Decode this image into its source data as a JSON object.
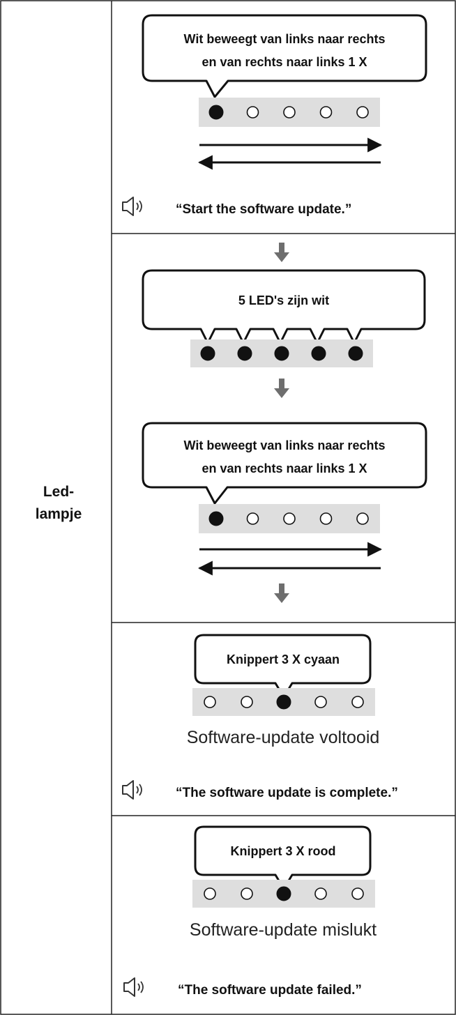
{
  "left_label": {
    "line1": "Led-",
    "line2": "lampje"
  },
  "sections": {
    "start": {
      "bubble_line1": "Wit beweegt van links naar rechts",
      "bubble_line2": "en van rechts naar links 1 X",
      "led_states": [
        1,
        0,
        0,
        0,
        0
      ],
      "voice": "“Start the software update.”"
    },
    "progress": {
      "bubble_text": "5 LED's zijn wit",
      "led_states": [
        1,
        1,
        1,
        1,
        1
      ],
      "bubble2_line1": "Wit beweegt van links naar rechts",
      "bubble2_line2": "en van rechts naar links 1 X",
      "led_states2": [
        1,
        0,
        0,
        0,
        0
      ]
    },
    "complete": {
      "bubble_text": "Knippert 3 X cyaan",
      "led_states": [
        0,
        0,
        1,
        0,
        0
      ],
      "status": "Software-update voltooid",
      "voice": "“The software update is complete.”"
    },
    "failed": {
      "bubble_text": "Knippert 3 X rood",
      "led_states": [
        0,
        0,
        1,
        0,
        0
      ],
      "status": "Software-update mislukt",
      "voice": "“The software update failed.”"
    }
  },
  "colors": {
    "led_bar": "#dedede",
    "border": "#222222",
    "arrow_down": "#6e6e6e"
  }
}
